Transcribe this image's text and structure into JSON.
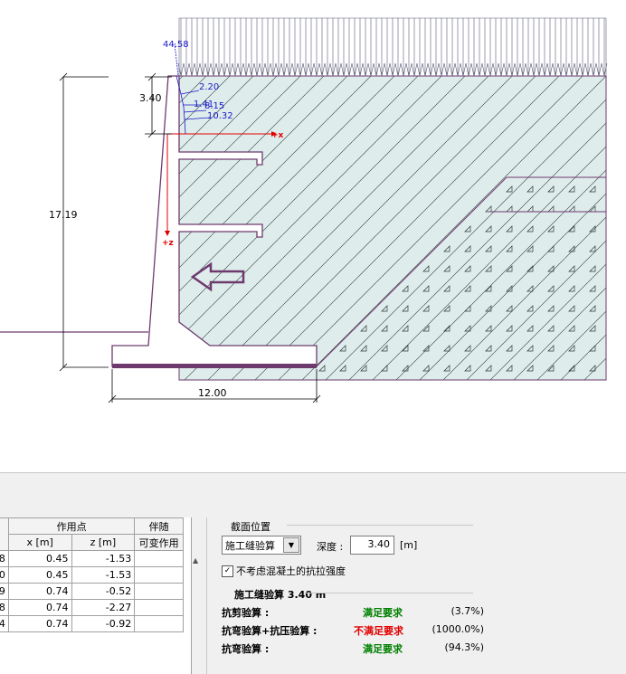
{
  "drawing": {
    "load_value": "44.58",
    "dim_top": "3.40",
    "pressure_values": [
      "2.20",
      "1.41",
      "8.15",
      "10.32"
    ],
    "axis_x": "+x",
    "axis_z": "+z",
    "dim_height": "17.19",
    "dim_base": "12.00",
    "colors": {
      "structure": "#6e3a6e",
      "dimension": "#000000",
      "pressure": "#1a1ac8",
      "axis": "#e00000",
      "soil": "#dfecec"
    }
  },
  "table": {
    "header_group": "作用点",
    "header_extra_1": "伴随",
    "header_extra_2": "可变作用",
    "col_x": "x [m]",
    "col_z": "z [m]",
    "rows": [
      {
        "id": "8",
        "x": "0.45",
        "z": "-1.53",
        "extra": ""
      },
      {
        "id": "0",
        "x": "0.45",
        "z": "-1.53",
        "extra": ""
      },
      {
        "id": "9",
        "x": "0.74",
        "z": "-0.52",
        "extra": ""
      },
      {
        "id": "8",
        "x": "0.74",
        "z": "-2.27",
        "extra": ""
      },
      {
        "id": "4",
        "x": "0.74",
        "z": "-0.92",
        "extra": ""
      }
    ]
  },
  "section": {
    "group_title": "截面位置",
    "select_value": "施工缝验算",
    "depth_label": "深度 :",
    "depth_value": "3.40",
    "depth_unit": "[m]",
    "checkbox_checked": "✓",
    "checkbox_label": "不考虑混凝土的抗拉强度",
    "results_title": "施工缝验算 3.40 m",
    "results": [
      {
        "label": "抗剪验算 :",
        "status": "满足要求",
        "pct": "(3.7%)",
        "color": "#008000"
      },
      {
        "label": "抗弯验算+抗压验算 :",
        "status": "不满足要求",
        "pct": "(1000.0%)",
        "color": "#e00000"
      },
      {
        "label": "抗弯验算 :",
        "status": "满足要求",
        "pct": "(94.3%)",
        "color": "#008000"
      }
    ]
  }
}
